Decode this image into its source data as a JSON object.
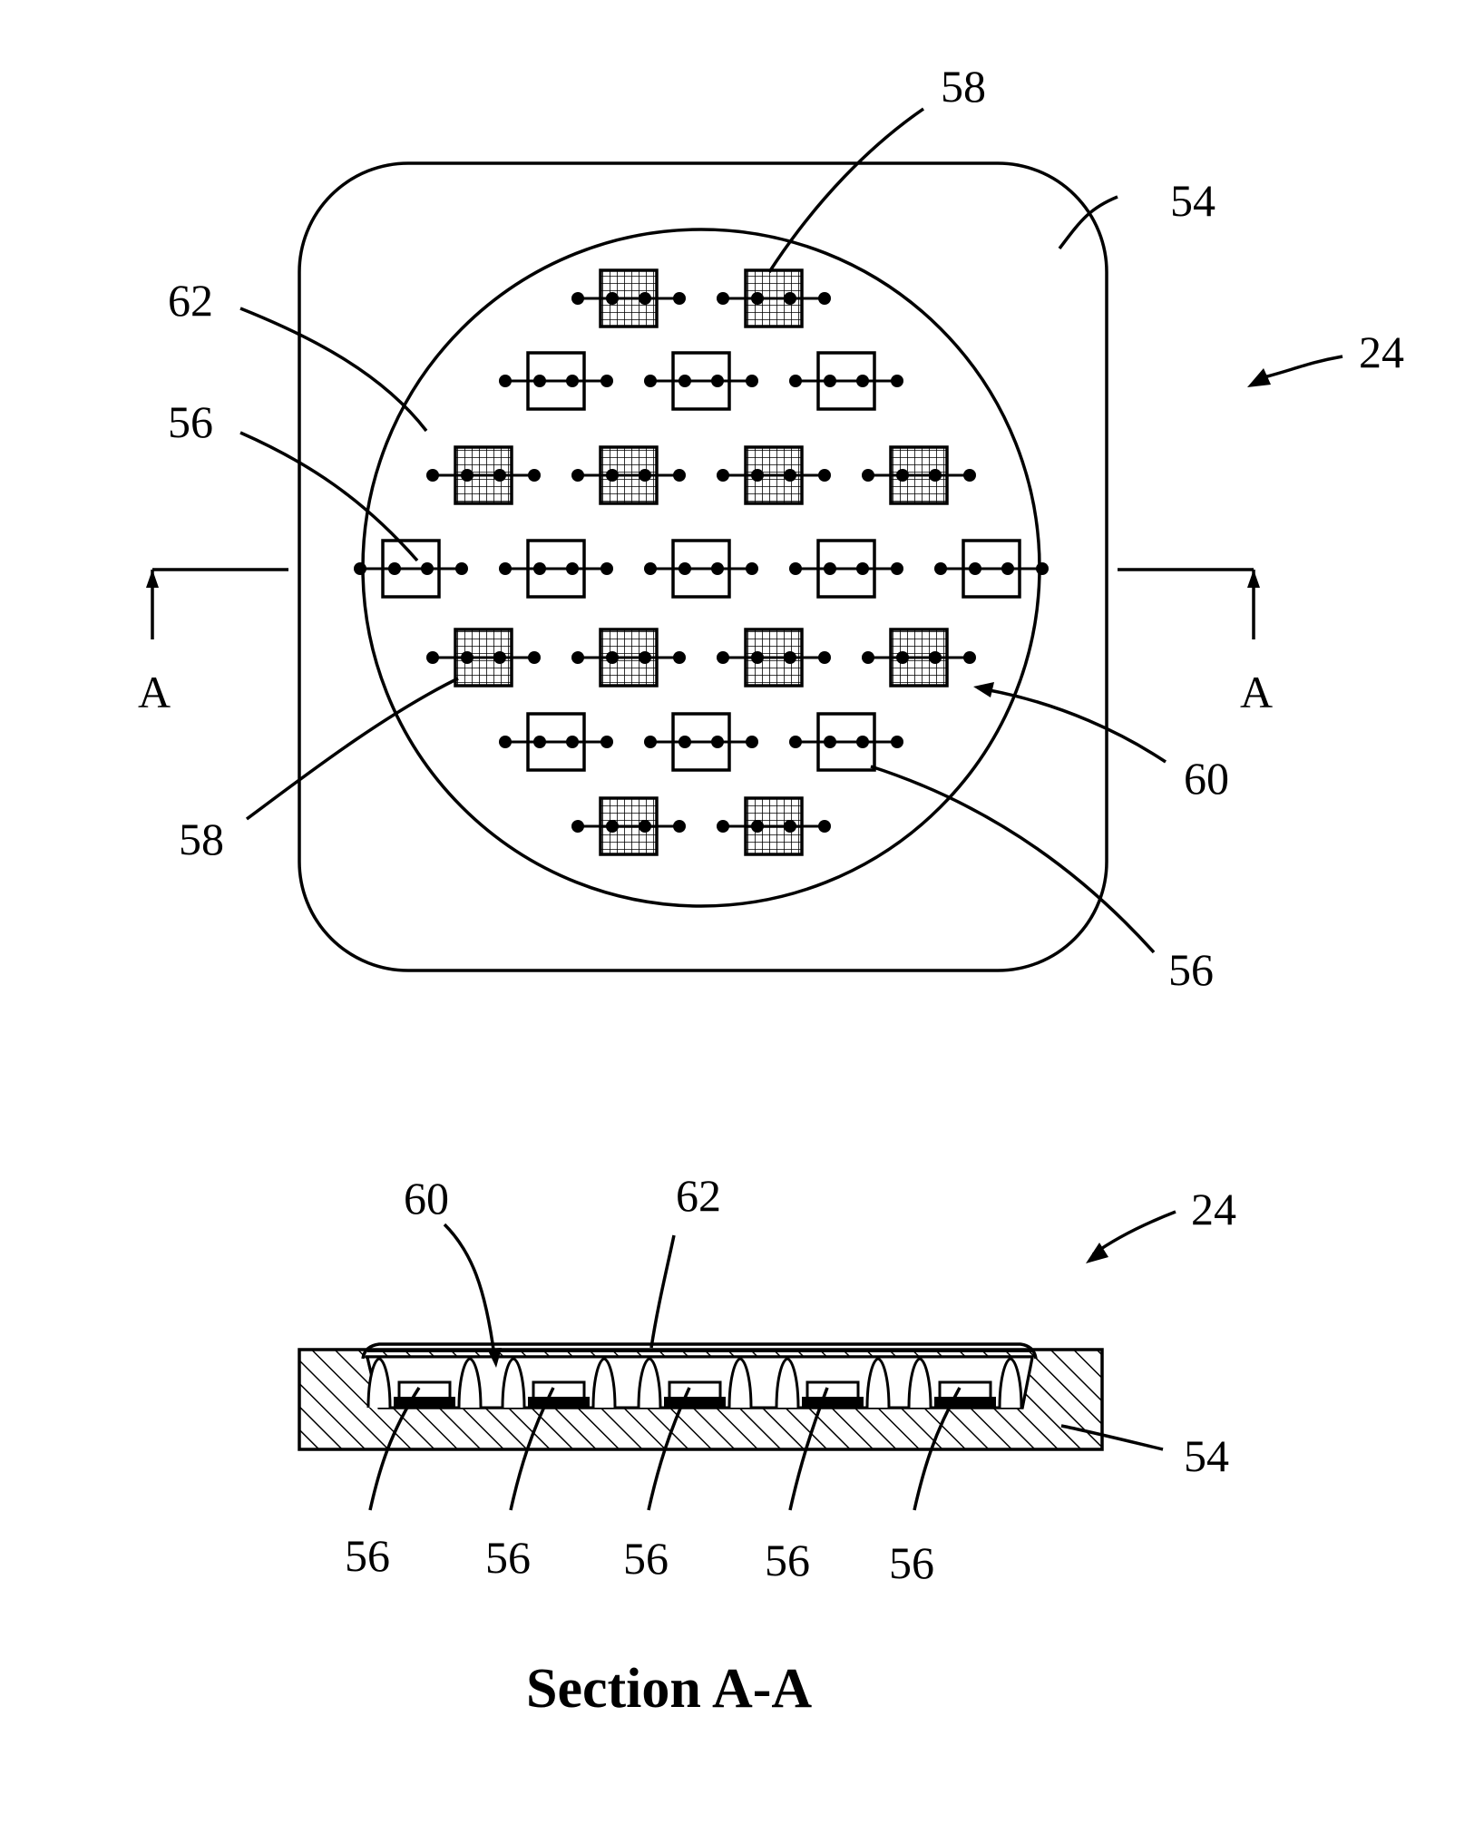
{
  "top_view": {
    "label_58_top": "58",
    "label_54": "54",
    "label_24": "24",
    "label_62": "62",
    "label_56_left": "56",
    "label_a_left": "A",
    "label_a_right": "A",
    "label_60": "60",
    "label_58_bottom": "58",
    "label_56_right": "56",
    "rows": [
      [
        "mesh",
        "mesh"
      ],
      [
        "plain",
        "plain",
        "plain"
      ],
      [
        "mesh",
        "mesh",
        "mesh",
        "mesh"
      ],
      [
        "plain",
        "plain",
        "plain",
        "plain",
        "plain"
      ],
      [
        "mesh",
        "mesh",
        "mesh",
        "mesh"
      ],
      [
        "plain",
        "plain",
        "plain"
      ],
      [
        "mesh",
        "mesh"
      ]
    ]
  },
  "section_view": {
    "label_60": "60",
    "label_62": "62",
    "label_24": "24",
    "label_54": "54",
    "chip_labels": [
      "56",
      "56",
      "56",
      "56",
      "56"
    ],
    "title": "Section A-A"
  }
}
